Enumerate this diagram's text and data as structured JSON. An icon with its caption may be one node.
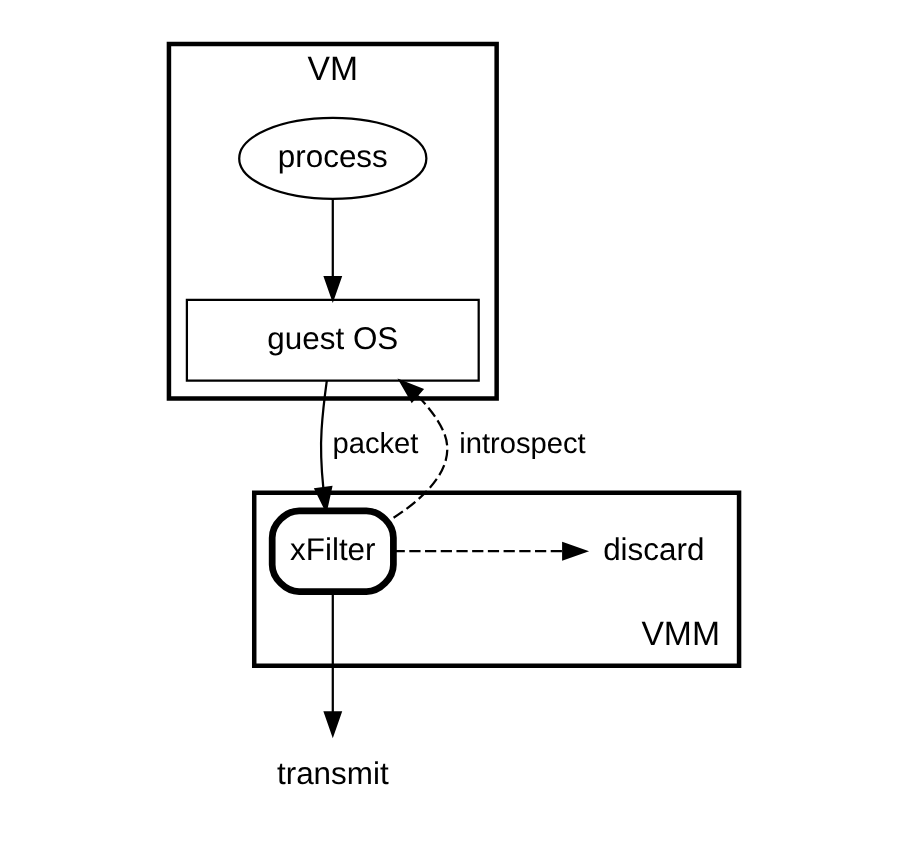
{
  "diagram": {
    "nodes": [
      {
        "text": [
          "VM"
        ]
      },
      {
        "text": [
          "process"
        ],
        "in": 0
      },
      {
        "text": [
          "guest OS"
        ],
        "in": 0
      },
      {
        "text": [
          "VMM"
        ]
      },
      {
        "text": [
          "xFilter"
        ],
        "in": 3
      },
      {
        "text": [
          "discard"
        ],
        "in": 3
      },
      {
        "text": [
          "transmit"
        ]
      }
    ],
    "edges": [
      {
        "from": 1,
        "to": 2,
        "arrow": "to"
      },
      {
        "from": 2,
        "to": 4,
        "arrow": "to",
        "label": "packet"
      },
      {
        "from": 4,
        "to": 2,
        "arrow": "to",
        "label": "introspect",
        "style": "dashed"
      },
      {
        "from": 4,
        "to": 5,
        "arrow": "to",
        "style": "dashed"
      },
      {
        "from": 4,
        "to": 6,
        "arrow": "to"
      }
    ]
  }
}
